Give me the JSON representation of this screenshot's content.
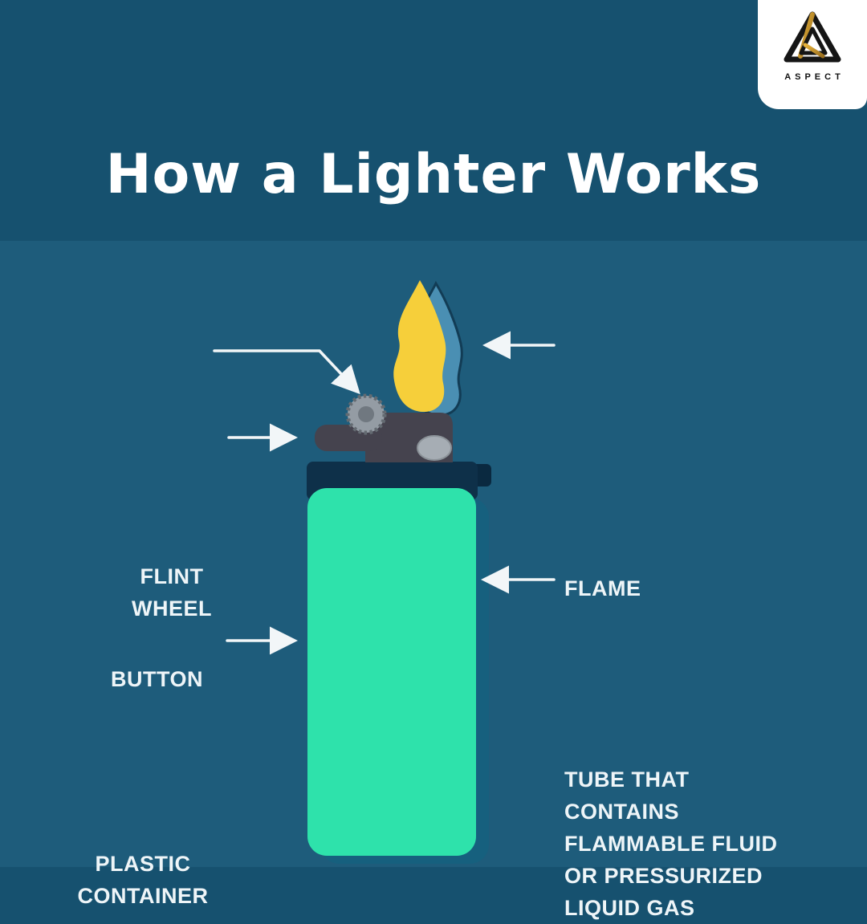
{
  "header": {
    "title": "How a Lighter Works"
  },
  "logo": {
    "brand": "ASPECT"
  },
  "diagram": {
    "labels": {
      "flint_wheel": "FLINT\nWHEEL",
      "flame": "FLAME",
      "button": "BUTTON",
      "tube": "TUBE THAT\nCONTAINS\nFLAMMABLE FLUID\nOR PRESSURIZED\nLIQUID GAS",
      "plastic_container": "PLASTIC\nCONTAINER"
    },
    "colors": {
      "background_top": "#16516f",
      "background_bottom": "#1e5c7b",
      "lighter_body": "#2ee2ab",
      "lighter_cap": "#0e3049",
      "mechanism_gray": "#45434e",
      "flame_yellow": "#f6cf3a",
      "flame_blue": "#4a8fb3",
      "label_text": "#eef5f8",
      "arrow": "#f2f6f8"
    }
  }
}
